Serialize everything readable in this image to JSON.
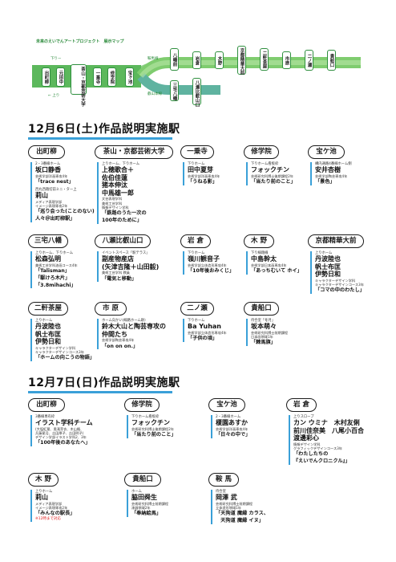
{
  "map": {
    "title": "未来のえいでんアートプロジェクト　展示マップ",
    "dir_down": "下りー",
    "dir_up": "← 上り",
    "branch_kurama": "鞍馬線",
    "branch_eizan": "叡山本線",
    "stations_main": [
      "出町柳",
      "元田中",
      "茶山・京都芸術大学",
      "一乗寺",
      "修学院",
      "宝ヶ池"
    ],
    "stations_kurama": [
      "八幡前",
      "岩倉",
      "木野",
      "京都精華大前",
      "二軒茶屋",
      "市原",
      "二ノ瀬",
      "貴船口"
    ],
    "stations_eizan": [
      "三宅八幡",
      "八瀬比叡山口"
    ]
  },
  "day1": {
    "title": "12月6日(土)作品説明実施駅",
    "cards": [
      {
        "head": "出町柳",
        "lines": [
          {
            "t": "sub",
            "v": "2・3番線ホーム"
          },
          {
            "t": "name",
            "v": "坂口静香"
          },
          {
            "t": "aff",
            "v": "芸術学部洋画専攻4年"
          },
          {
            "t": "work",
            "v": "「trace nest」"
          },
          {
            "t": "gap"
          },
          {
            "t": "sub",
            "v": "西丸西踏切前ミニ・ター上"
          },
          {
            "t": "name",
            "v": "莉山"
          },
          {
            "t": "aff",
            "v": "メディア表現学部"
          },
          {
            "t": "aff",
            "v": "イメージ表現専攻2年"
          },
          {
            "t": "work",
            "v": "「巡り会った(ことのない)"
          },
          {
            "t": "work",
            "v": "人々＠出町柳駅」"
          }
        ]
      },
      {
        "head": "茶山・京都芸術大学",
        "lines": [
          {
            "t": "sub",
            "v": "上りホーム、下りホーム"
          },
          {
            "t": "name",
            "v": "上穂歌合＋"
          },
          {
            "t": "name",
            "v": "佐伯佳蓮"
          },
          {
            "t": "name",
            "v": "猪本伸汰"
          },
          {
            "t": "name",
            "v": "中馬雄一郎"
          },
          {
            "t": "aff",
            "v": "文芸表現学科"
          },
          {
            "t": "aff",
            "v": "美術工芸学科"
          },
          {
            "t": "aff",
            "v": "情報デザイン学科"
          },
          {
            "t": "work",
            "v": "「鉄路のうた一次の"
          },
          {
            "t": "work",
            "v": "100年のために」"
          }
        ]
      },
      {
        "head": "一乗寺",
        "lines": [
          {
            "t": "sub",
            "v": "下りホーム"
          },
          {
            "t": "name",
            "v": "田中夏芽"
          },
          {
            "t": "aff",
            "v": "芸術学部洋画専攻4年"
          },
          {
            "t": "work",
            "v": "「うねる影」"
          }
        ]
      },
      {
        "head": "修学院",
        "lines": [
          {
            "t": "sub",
            "v": "下りホーム看板枠"
          },
          {
            "t": "name",
            "v": "フォックチン"
          },
          {
            "t": "aff",
            "v": "芸術研究科博士後期課程2年"
          },
          {
            "t": "work",
            "v": "「当たり前のこと」"
          }
        ]
      },
      {
        "head": "宝ケ池",
        "lines": [
          {
            "t": "sub",
            "v": "構内通路4番線ホーム側"
          },
          {
            "t": "name",
            "v": "安井杏樹"
          },
          {
            "t": "aff",
            "v": "芸術学部陶芸専攻4年"
          },
          {
            "t": "work",
            "v": "「景色」"
          }
        ]
      },
      {
        "head": "三宅八幡",
        "lines": [
          {
            "t": "sub",
            "v": "上りホーム、下りホーム"
          },
          {
            "t": "name",
            "v": "松森弘明"
          },
          {
            "t": "aff",
            "v": "美術工芸学科油画コース4年"
          },
          {
            "t": "work",
            "v": "「Talisman」"
          },
          {
            "t": "work",
            "v": "「駆けろ木片」"
          },
          {
            "t": "work",
            "v": "「3.8mihachi」"
          }
        ]
      },
      {
        "head": "八瀬比叡山口",
        "lines": [
          {
            "t": "sub",
            "v": "イベントスペース「駅テラス」"
          },
          {
            "t": "name",
            "v": "副産物産店"
          },
          {
            "t": "name",
            "v": "(矢津吉隆＋山田毅)"
          },
          {
            "t": "aff",
            "v": "美術工芸学科 教員"
          },
          {
            "t": "work",
            "v": "「電気と移動」"
          }
        ]
      },
      {
        "head": "岩 倉",
        "lines": [
          {
            "t": "sub",
            "v": "下りホーム"
          },
          {
            "t": "name",
            "v": "嶺川観音子"
          },
          {
            "t": "aff",
            "v": "芸術学部立体造形専攻4年"
          },
          {
            "t": "work",
            "v": "「10年後おみくじ」"
          }
        ]
      },
      {
        "head": "木 野",
        "lines": [
          {
            "t": "sub",
            "v": "下り線踏線"
          },
          {
            "t": "name",
            "v": "中島幹太"
          },
          {
            "t": "aff",
            "v": "芸術学部日本画専攻4年"
          },
          {
            "t": "work",
            "v": "「あっちむいて ホイ」"
          }
        ]
      },
      {
        "head": "京都精華大前",
        "lines": [
          {
            "t": "sub",
            "v": "上りホーム"
          },
          {
            "t": "name",
            "v": "丹波陸也"
          },
          {
            "t": "name",
            "v": "帆士布匡"
          },
          {
            "t": "name",
            "v": "伊勢日和"
          },
          {
            "t": "aff",
            "v": "キャラクターデザイン学科"
          },
          {
            "t": "aff",
            "v": "キャラクターデザインコース3年"
          },
          {
            "t": "work",
            "v": "「コマの中のわたし」"
          }
        ]
      },
      {
        "head": "二軒茶屋",
        "lines": [
          {
            "t": "sub",
            "v": "上りホーム"
          },
          {
            "t": "name",
            "v": "丹波陸也"
          },
          {
            "t": "name",
            "v": "帆士布匡"
          },
          {
            "t": "name",
            "v": "伊勢日和"
          },
          {
            "t": "aff",
            "v": "キャラクターデザイン学科"
          },
          {
            "t": "aff",
            "v": "キャラクターデザインコース3年"
          },
          {
            "t": "work",
            "v": "「ホームの向こうの物語」"
          }
        ]
      },
      {
        "head": "市 原",
        "lines": [
          {
            "t": "sub",
            "v": "ホーム向かい(線路ホーム跡)"
          },
          {
            "t": "name",
            "v": "鈴木大山と陶芸専攻の"
          },
          {
            "t": "name",
            "v": "仲間たち"
          },
          {
            "t": "aff",
            "v": "芸術学部陶芸専攻4年"
          },
          {
            "t": "work",
            "v": "「on on on.」"
          }
        ]
      },
      {
        "head": "二ノ瀬",
        "lines": [
          {
            "t": "sub",
            "v": "下りホーム"
          },
          {
            "t": "name",
            "v": "Ba Yuhan"
          },
          {
            "t": "aff",
            "v": "芸術学部立体造形専攻4年"
          },
          {
            "t": "work",
            "v": "「子供の頃」"
          }
        ]
      },
      {
        "head": "貴船口",
        "lines": [
          {
            "t": "sub",
            "v": "待合室「冬月」"
          },
          {
            "t": "name",
            "v": "坂本萌々"
          },
          {
            "t": "aff",
            "v": "芸術研究科博士前期課程"
          },
          {
            "t": "aff",
            "v": "日本画領域1年"
          },
          {
            "t": "work",
            "v": "「棘馬旗」"
          }
        ]
      }
    ]
  },
  "day2": {
    "title": "12月7日(日)作品説明実施駅",
    "cards": [
      {
        "head": "出町柳",
        "lines": [
          {
            "t": "sub",
            "v": "3番線専有枠"
          },
          {
            "t": "name",
            "v": "イラスト学科チーム"
          },
          {
            "t": "aff",
            "v": "(大塩紅葉、奥滝芽衣、木山楓、"
          },
          {
            "t": "aff",
            "v": "兵藤星月、吉田厚子、吉田明子)"
          },
          {
            "t": "aff",
            "v": "デザイン学部イラスト学科2、3年"
          },
          {
            "t": "work",
            "v": "「100年後のあなたへ」"
          }
        ]
      },
      {
        "head": "修学院",
        "lines": [
          {
            "t": "sub",
            "v": "下りホーム看板枠"
          },
          {
            "t": "name",
            "v": "フォックチン"
          },
          {
            "t": "aff",
            "v": "芸術研究科博士後期課程2年"
          },
          {
            "t": "work",
            "v": "「当たり前のこと」"
          }
        ]
      },
      {
        "head": "宝ケ池",
        "lines": [
          {
            "t": "sub",
            "v": "2・3番線ホーム"
          },
          {
            "t": "name",
            "v": "榎園あすか"
          },
          {
            "t": "aff",
            "v": "芸術学部洋画専攻4年"
          },
          {
            "t": "work",
            "v": "「日々の中で」"
          }
        ]
      },
      {
        "head": "岩 倉",
        "lines": [
          {
            "t": "sub",
            "v": "上りスロープ"
          },
          {
            "t": "name",
            "v": "カン ウミナ　木村友俐"
          },
          {
            "t": "name",
            "v": "前川佳奈美　八尾小百合"
          },
          {
            "t": "name",
            "v": "渡邊彩心"
          },
          {
            "t": "aff",
            "v": "情報デザイン学科"
          },
          {
            "t": "aff",
            "v": "グラフィックデザインコース3年"
          },
          {
            "t": "work",
            "v": "「わたしたちの"
          },
          {
            "t": "work",
            "v": "『えいでんクロニクル』」"
          }
        ]
      },
      {
        "head": "木 野",
        "lines": [
          {
            "t": "sub",
            "v": "上りホーム"
          },
          {
            "t": "name",
            "v": "莉山"
          },
          {
            "t": "aff",
            "v": "メディア表現学部"
          },
          {
            "t": "aff",
            "v": "イメージ表現専攻2年"
          },
          {
            "t": "work",
            "v": "「みんなの駅長」"
          },
          {
            "t": "note",
            "v": "※12時まで対応"
          }
        ]
      },
      {
        "head": "貴船口",
        "lines": [
          {
            "t": "sub",
            "v": "ホーム"
          },
          {
            "t": "name",
            "v": "脇田舜生"
          },
          {
            "t": "aff",
            "v": "芸術研究科博士前期課程"
          },
          {
            "t": "aff",
            "v": "漆器領域2年"
          },
          {
            "t": "work",
            "v": "「奉納絵馬」"
          }
        ]
      },
      {
        "head": "鞍 馬",
        "lines": [
          {
            "t": "sub",
            "v": "待合室"
          },
          {
            "t": "name",
            "v": "岡澤 武"
          },
          {
            "t": "aff",
            "v": "芸術研究科博士前期課程"
          },
          {
            "t": "aff",
            "v": "立体造形領域1年"
          },
          {
            "t": "work",
            "v": "「天狗道 魔縁 カラス、"
          },
          {
            "t": "work",
            "v": "　天狗道 魔縁 イヌ」"
          }
        ]
      }
    ]
  }
}
